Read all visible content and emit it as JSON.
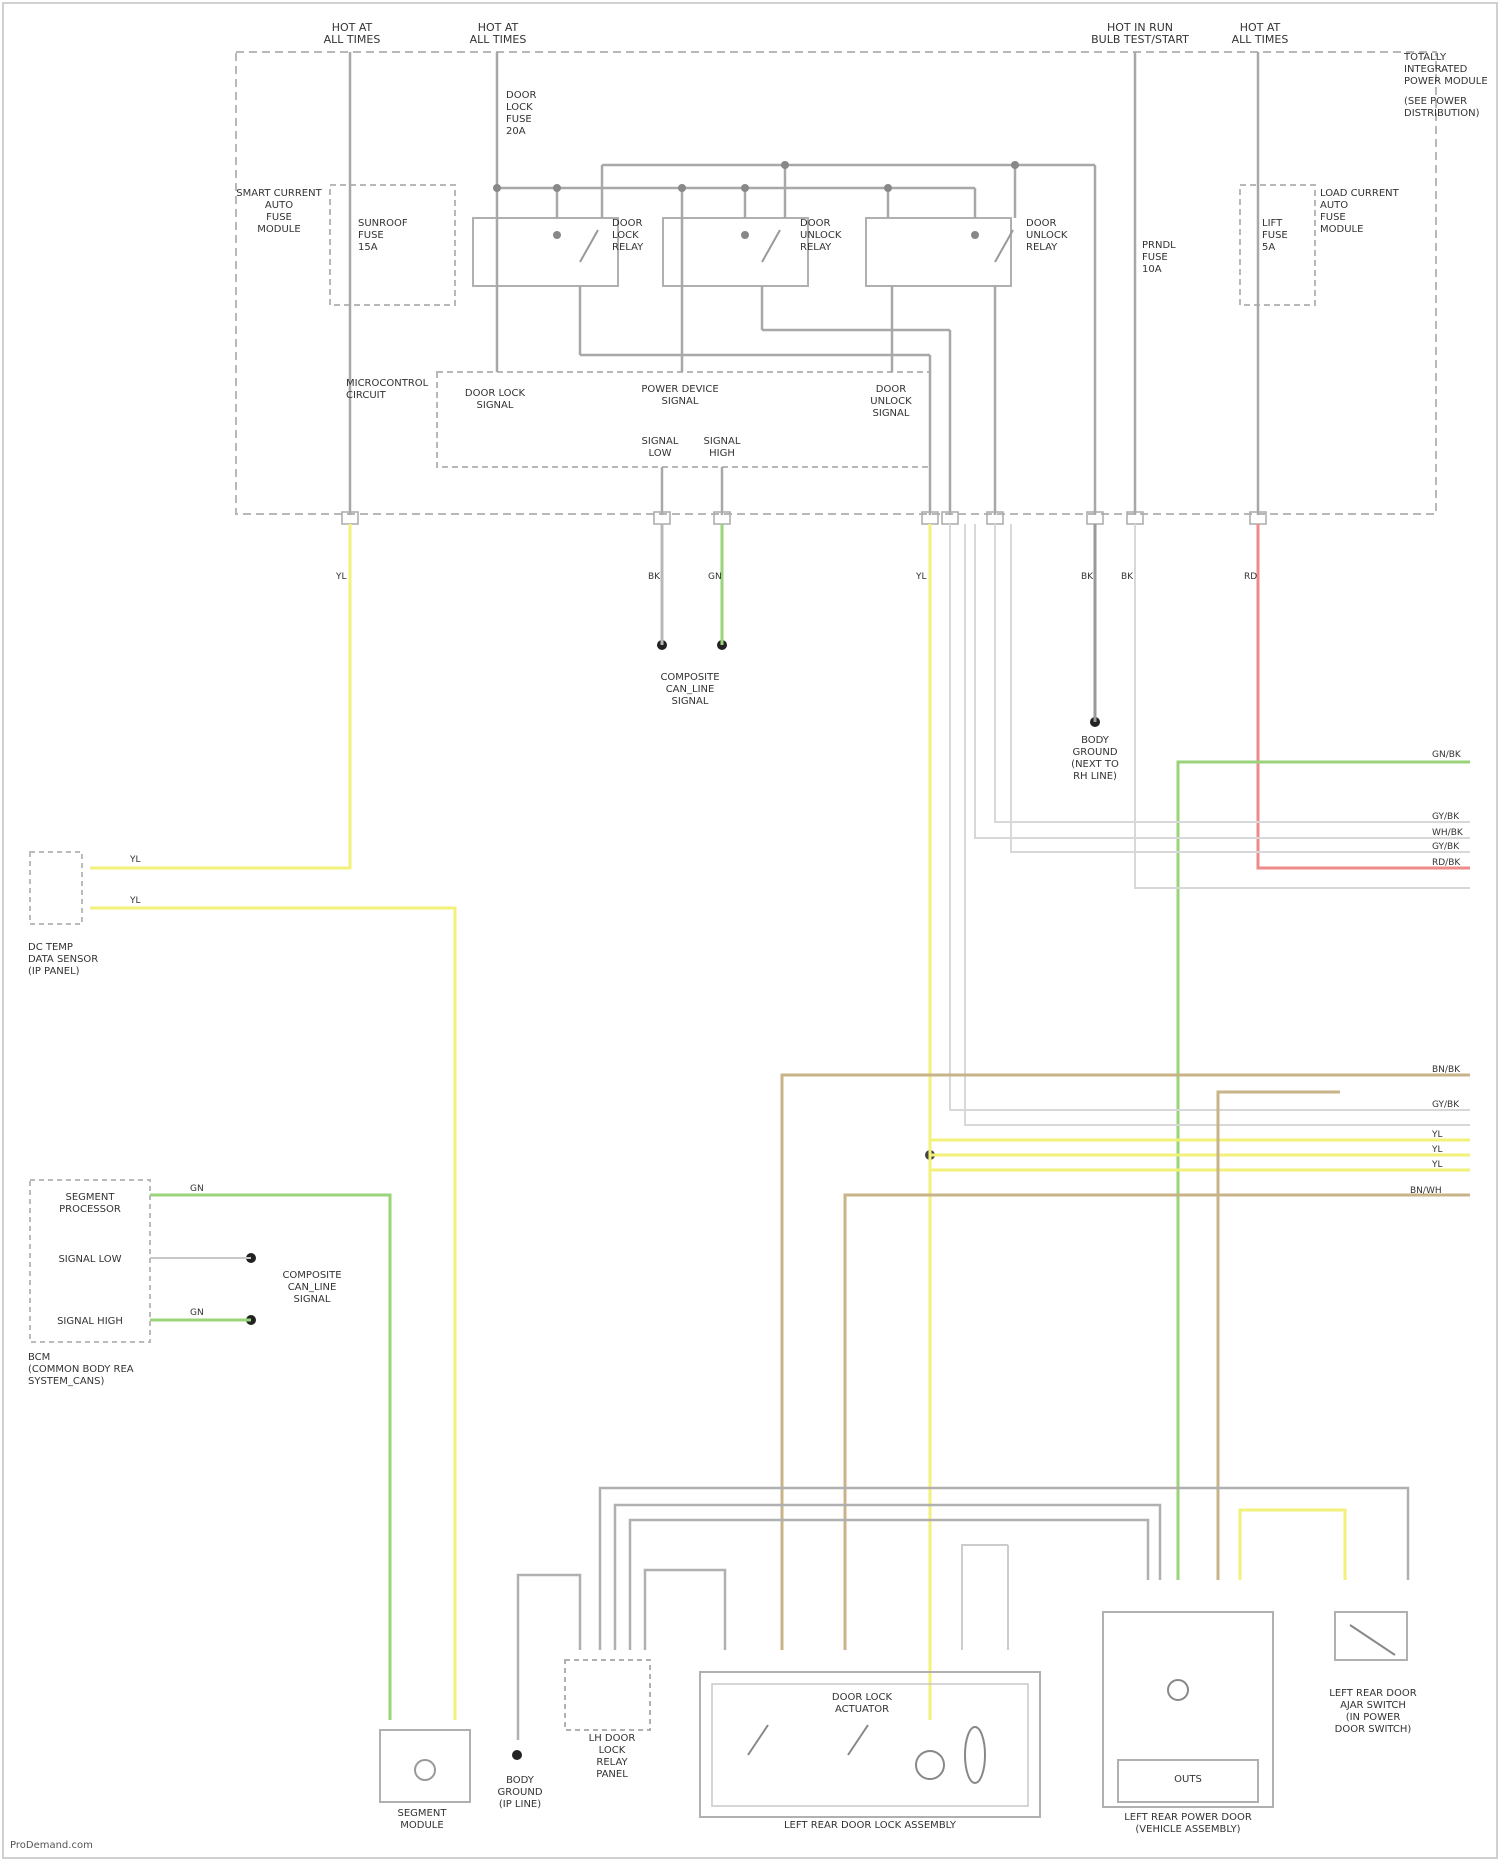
{
  "diagram": {
    "title": "",
    "power_sources": [
      {
        "id": "src1",
        "label": "HOT AT\nALL TIMES"
      },
      {
        "id": "src2",
        "label": "HOT AT\nALL TIMES"
      },
      {
        "id": "src3",
        "label": "HOT IN RUN\nBULB TEST/START"
      },
      {
        "id": "src4",
        "label": "HOT AT\nALL TIMES"
      }
    ],
    "module": {
      "name": "TOTALLY INTEGRATED\nPOWER MODULE",
      "subtitle": "(SEE POWER\nDISTRIBUTION)",
      "fuse_left": "SMART CURRENT\nAUTO\nFUSE\nMODULE",
      "fuse_left_inner": "SUNROOF\nFUSE\n15A",
      "fuse_top": "DOOR\nLOCK\nFUSE\n20A",
      "fuse_mid": "PRNDL\nFUSE\n10A",
      "fuse_right": "LOAD CURRENT\nAUTO\nFUSE\nMODULE",
      "fuse_right_inner": "LIFT\nFUSE\n5A",
      "relay1": "DOOR\nLOCK\nRELAY",
      "relay2": "DOOR\nUNLOCK\nRELAY",
      "relay3": "DOOR\nUNLOCK\nRELAY",
      "microcontroller": "MICROCONTROL\nCIRCUIT",
      "ctrl_a": "DOOR LOCK\nSIGNAL",
      "ctrl_b": "POWER DEVICE\nSIGNAL",
      "ctrl_c": "DOOR\nUNLOCK\nSIGNAL",
      "ctrl_d": "SIGNAL\nLOW",
      "ctrl_e": "SIGNAL\nHIGH"
    },
    "components": [
      {
        "id": "cdl",
        "label": "COMPOSITE\nCAN_LINE\nSIGNAL"
      },
      {
        "id": "gnd1",
        "label": "BODY\nGROUND\n(NEXT TO\nRH LINE)"
      },
      {
        "id": "sensor",
        "label": "DC TEMP\nDATA SENSOR\n(IP PANEL)"
      },
      {
        "id": "bcm",
        "label": "BCM\n(COMMON BODY REA\nSYSTEM_CANS)"
      },
      {
        "id": "bcm_a",
        "label": "SEGMENT\nPROCESSOR"
      },
      {
        "id": "bcm_b",
        "label": "SIGNAL LOW"
      },
      {
        "id": "bcm_c",
        "label": "SIGNAL HIGH"
      },
      {
        "id": "cdl2",
        "label": "COMPOSITE\nCAN_LINE\nSIGNAL"
      },
      {
        "id": "buzzer",
        "label": "SEGMENT\nMODULE"
      },
      {
        "id": "gnd2",
        "label": "BODY\nGROUND\n(IP LINE)"
      },
      {
        "id": "lsw",
        "label": "LH DOOR\nLOCK\nRELAY\nPANEL"
      },
      {
        "id": "latch",
        "label": "LEFT REAR DOOR LOCK ASSEMBLY"
      },
      {
        "id": "actuator",
        "label": "DOOR LOCK\nACTUATOR"
      },
      {
        "id": "mirror",
        "label": "LEFT REAR POWER DOOR\n(VEHICLE ASSEMBLY)"
      },
      {
        "id": "motor",
        "label": "OUTS"
      },
      {
        "id": "ajar",
        "label": "LEFT REAR DOOR\nAJAR SWITCH\n(IN POWER\nDOOR SWITCH)"
      }
    ],
    "wire_codes": [
      {
        "id": "w1",
        "code": "YL"
      },
      {
        "id": "w2",
        "code": "BK"
      },
      {
        "id": "w3",
        "code": "GN"
      },
      {
        "id": "w4",
        "code": "YL"
      },
      {
        "id": "w5",
        "code": "BK"
      },
      {
        "id": "w6",
        "code": "BK"
      },
      {
        "id": "w7",
        "code": "RD"
      },
      {
        "id": "w8",
        "code": "GN/BK"
      },
      {
        "id": "w9",
        "code": "GY/BK"
      },
      {
        "id": "w10",
        "code": "WH/BK"
      },
      {
        "id": "w11",
        "code": "GY/BK"
      },
      {
        "id": "w12",
        "code": "RD/BK"
      },
      {
        "id": "w13",
        "code": "BN/BK"
      },
      {
        "id": "w14",
        "code": "GY/BK"
      },
      {
        "id": "w15",
        "code": "YL"
      },
      {
        "id": "w16",
        "code": "YL"
      },
      {
        "id": "w17",
        "code": "YL"
      },
      {
        "id": "w18",
        "code": "BN/WH"
      },
      {
        "id": "w19",
        "code": "YL"
      },
      {
        "id": "w20",
        "code": "YL"
      },
      {
        "id": "w21",
        "code": "GN"
      },
      {
        "id": "w22",
        "code": "GN"
      }
    ],
    "credit": "ProDemand.com"
  }
}
